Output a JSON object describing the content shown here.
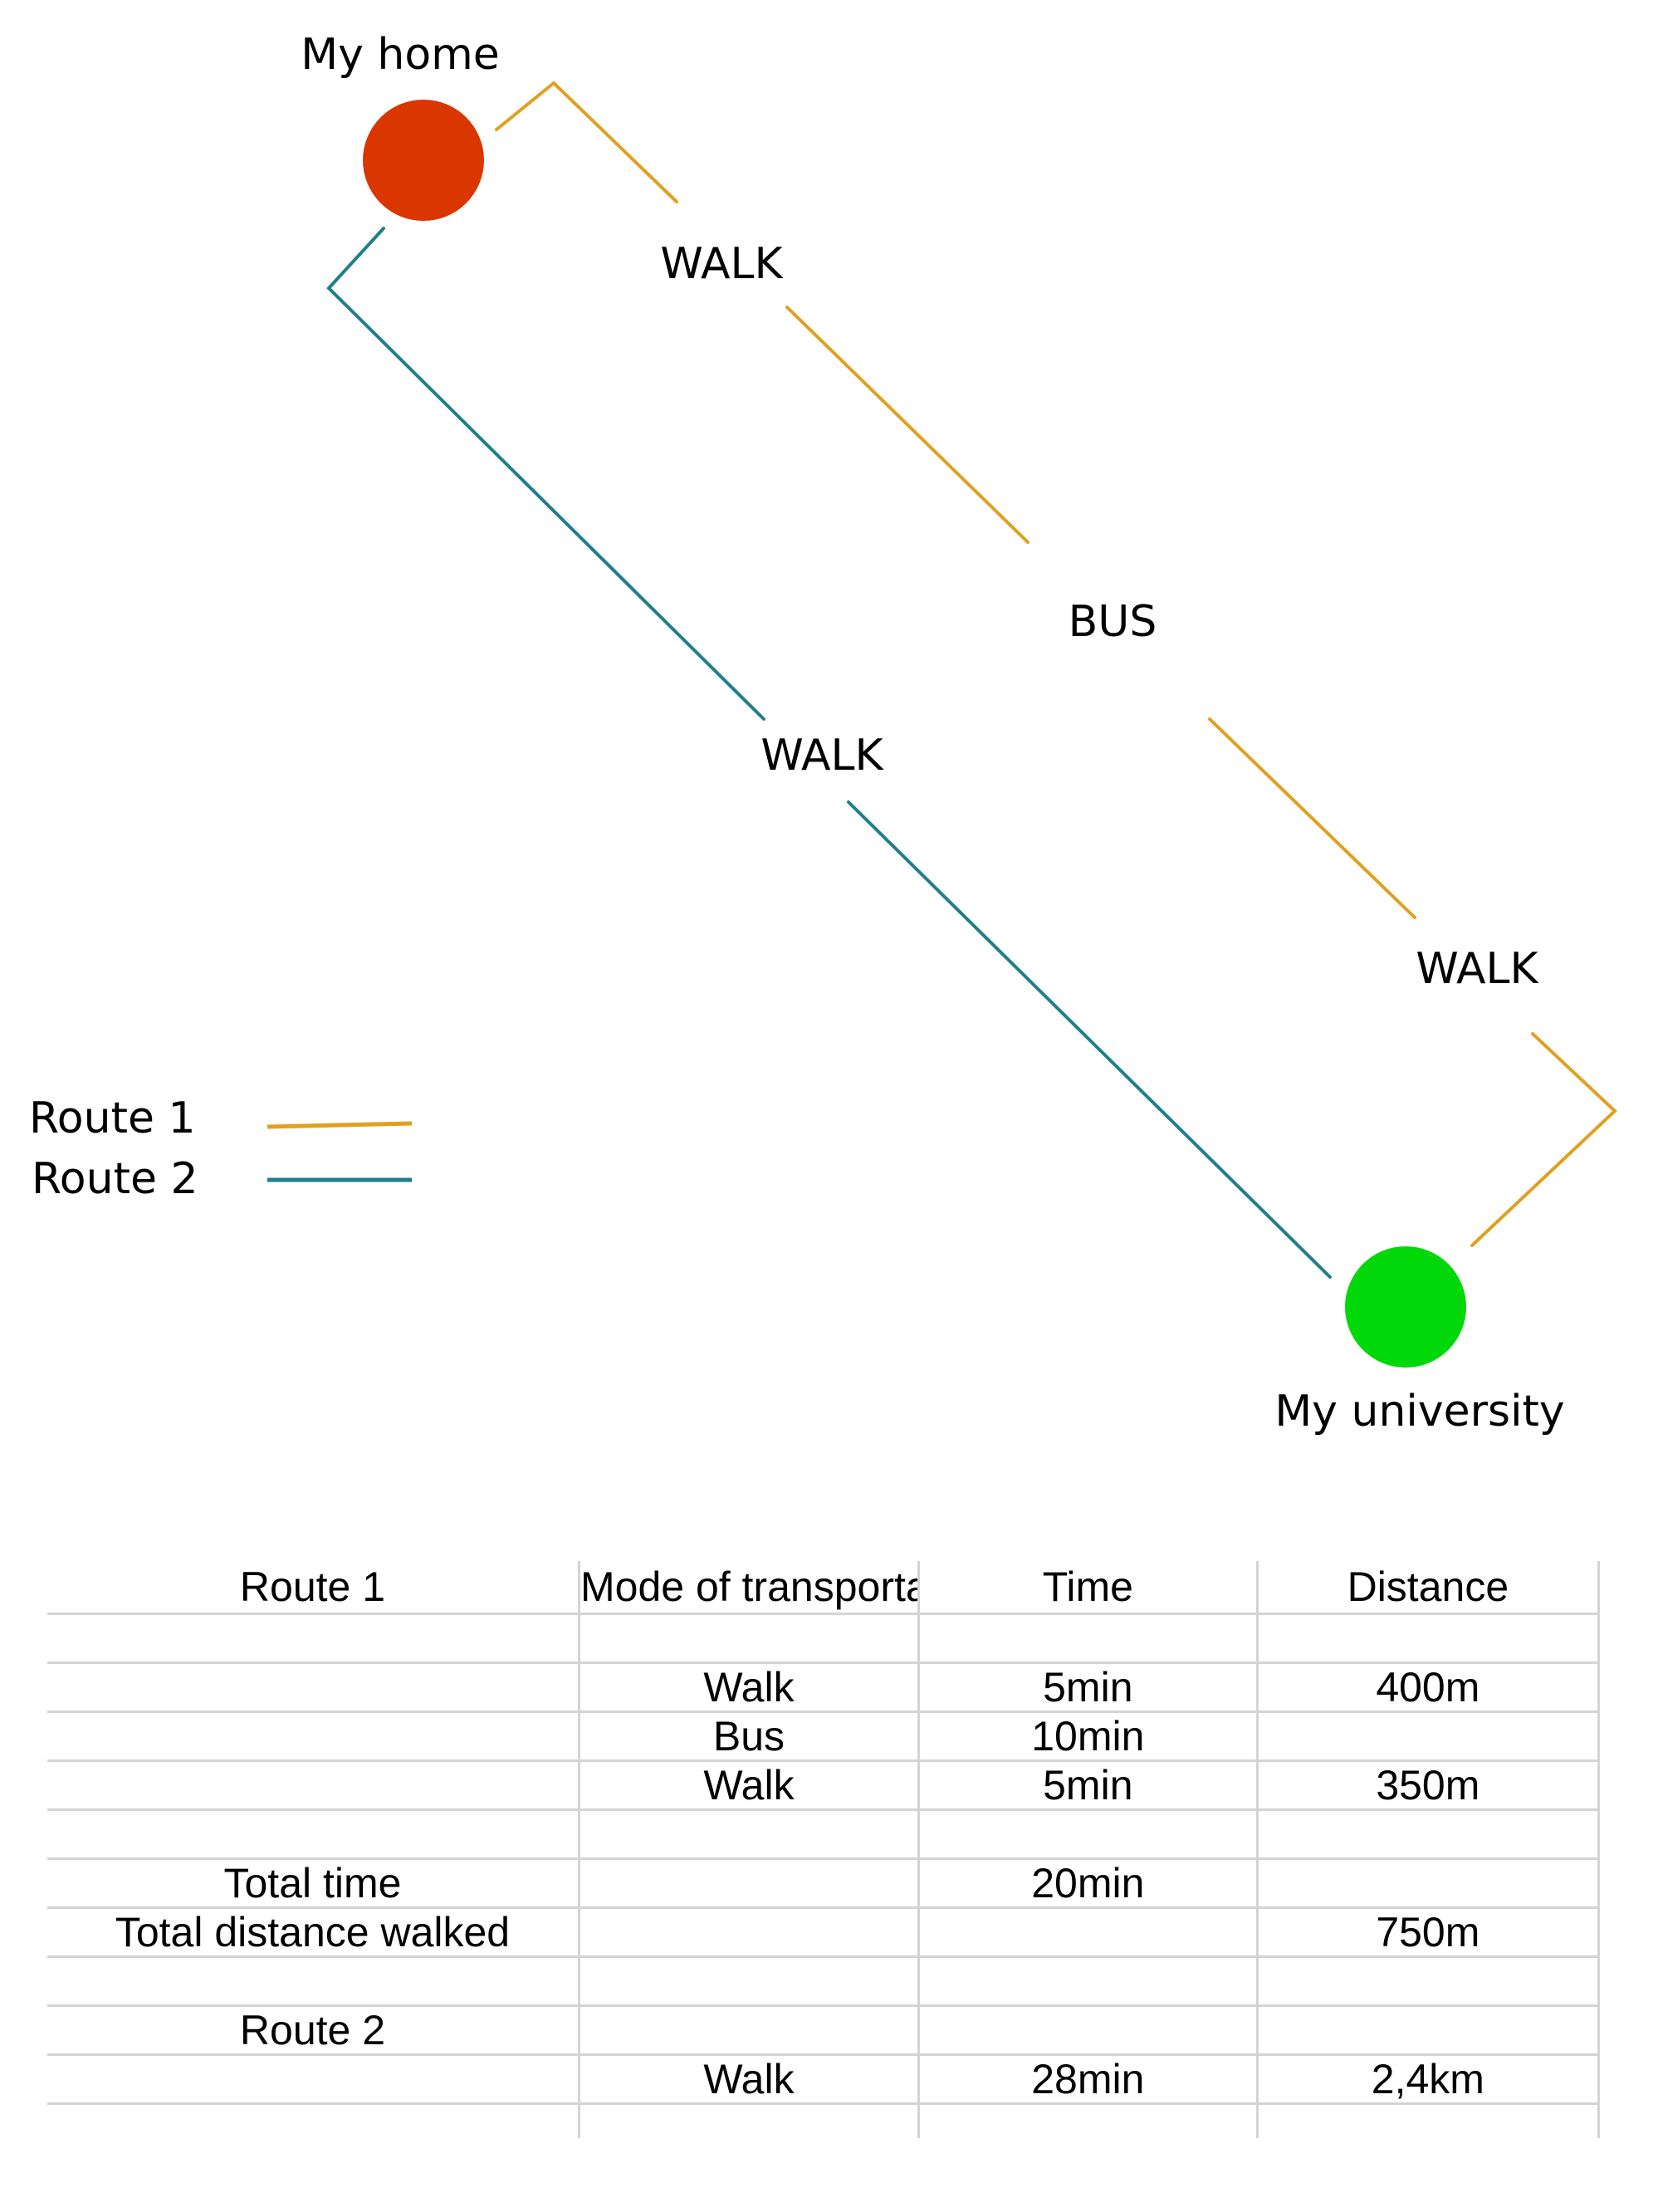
{
  "places": {
    "home": {
      "label": "My home",
      "color": "#d93600"
    },
    "university": {
      "label": "My university",
      "color": "#00d80a"
    }
  },
  "route_labels": {
    "route1_walk_start": "WALK",
    "route1_bus": "BUS",
    "route1_walk_end": "WALK",
    "route2_walk": "WALK"
  },
  "legend": {
    "items": [
      {
        "label": "Route 1",
        "color": "#e0a020"
      },
      {
        "label": "Route 2",
        "color": "#1f7f8c"
      }
    ]
  },
  "table": {
    "headers": [
      "Route 1",
      "Mode of transportation",
      "Time",
      "Distance"
    ],
    "rows": [
      [
        "",
        "",
        "",
        ""
      ],
      [
        "",
        "Walk",
        "5min",
        "400m"
      ],
      [
        "",
        "Bus",
        "10min",
        ""
      ],
      [
        "",
        "Walk",
        "5min",
        "350m"
      ],
      [
        "",
        "",
        "",
        ""
      ],
      [
        "Total time",
        "",
        "20min",
        ""
      ],
      [
        "Total distance walked",
        "",
        "",
        "750m"
      ],
      [
        "",
        "",
        "",
        ""
      ],
      [
        "Route 2",
        "",
        "",
        ""
      ],
      [
        "",
        "Walk",
        "28min",
        "2,4km"
      ],
      [
        "",
        "",
        "",
        ""
      ]
    ]
  }
}
